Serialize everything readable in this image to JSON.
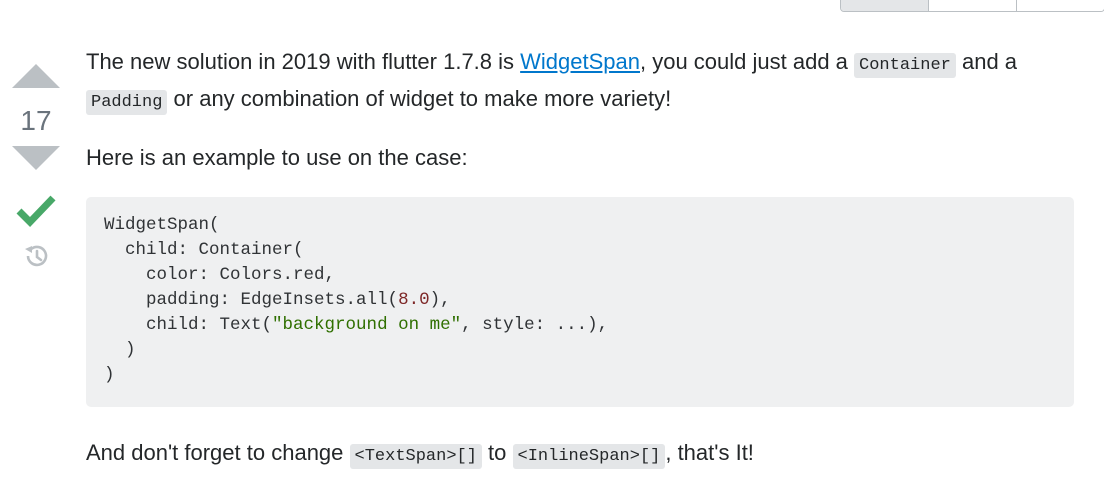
{
  "answer": {
    "vote_count": "17",
    "paragraph1": {
      "text_before_link": "The new solution in 2019 with flutter 1.7.8 is ",
      "link_text": "WidgetSpan",
      "text_after_link": ", you could just add a ",
      "code1": "Container",
      "text_mid": " and a ",
      "code2": "Padding",
      "text_end": " or any combination of widget to make more variety!"
    },
    "paragraph2": "Here is an example to use on the case:",
    "code_block": {
      "lines": [
        {
          "indent": "",
          "parts": [
            {
              "t": "WidgetSpan(",
              "c": "plain"
            }
          ]
        },
        {
          "indent": "  ",
          "parts": [
            {
              "t": "child: Container(",
              "c": "plain"
            }
          ]
        },
        {
          "indent": "    ",
          "parts": [
            {
              "t": "color: Colors.red,",
              "c": "plain"
            }
          ]
        },
        {
          "indent": "    ",
          "parts": [
            {
              "t": "padding: EdgeInsets.all(",
              "c": "plain"
            },
            {
              "t": "8.0",
              "c": "num"
            },
            {
              "t": "),",
              "c": "plain"
            }
          ]
        },
        {
          "indent": "    ",
          "parts": [
            {
              "t": "child: Text(",
              "c": "plain"
            },
            {
              "t": "\"background on me\"",
              "c": "str"
            },
            {
              "t": ", style: ...),",
              "c": "plain"
            }
          ]
        },
        {
          "indent": "  ",
          "parts": [
            {
              "t": ")",
              "c": "plain"
            }
          ]
        },
        {
          "indent": "",
          "parts": [
            {
              "t": ")",
              "c": "plain"
            }
          ]
        }
      ]
    },
    "paragraph3": {
      "text_before": "And don't forget to change ",
      "code1": "<TextSpan>[]",
      "text_mid": " to ",
      "code2": "<InlineSpan>[]",
      "text_end": ", that's It!"
    }
  },
  "colors": {
    "accept_green": "#48a868",
    "vote_arrow": "#bbc0c4",
    "link": "#0077cc"
  },
  "icons": {
    "up": "vote-up-arrow-icon",
    "down": "vote-down-arrow-icon",
    "accepted": "checkmark-icon",
    "history": "history-icon"
  }
}
